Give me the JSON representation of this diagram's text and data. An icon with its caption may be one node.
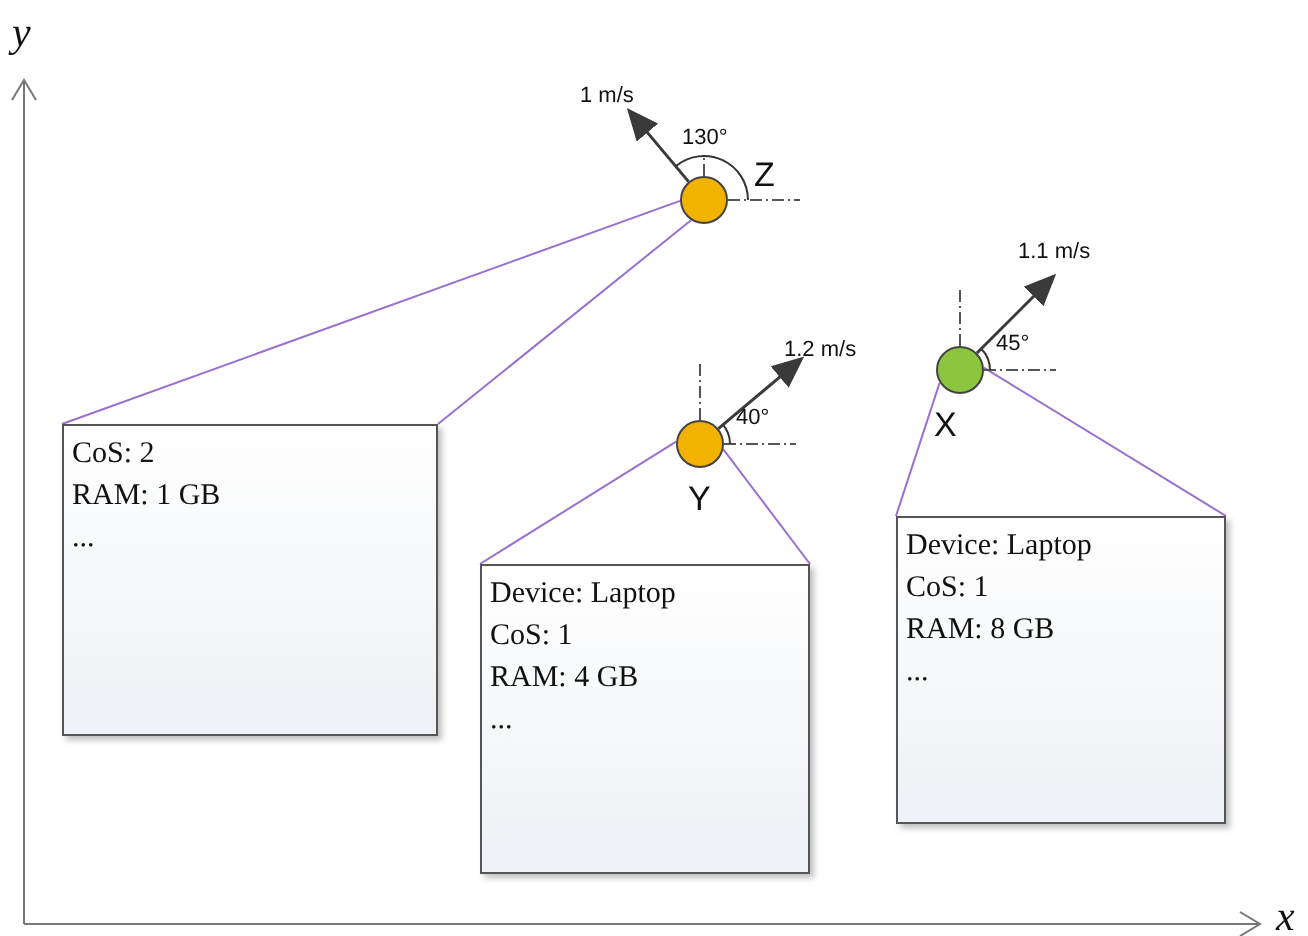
{
  "diagram": {
    "nodes": [
      {
        "text": [],
        "shape": "circle",
        "beside": [
          "Z"
        ]
      },
      {
        "text": [
          "CoS: 2",
          "RAM: 1 GB",
          "..."
        ]
      },
      {
        "text": [],
        "shape": "circle",
        "beside": [
          "Y"
        ]
      },
      {
        "text": [
          "Device:  Laptop",
          "CoS: 1",
          "RAM: 4 GB",
          "..."
        ]
      },
      {
        "text": [],
        "shape": "circle",
        "beside": [
          "X"
        ]
      },
      {
        "text": [
          "Device:  Laptop",
          "CoS: 1",
          "RAM: 8 GB",
          "..."
        ]
      }
    ],
    "edges": [
      {
        "from": 0,
        "to": 1,
        "arrow": "none"
      },
      {
        "from": 0,
        "to": 1,
        "arrow": "none"
      },
      {
        "from": 2,
        "to": 3,
        "arrow": "none"
      },
      {
        "from": 2,
        "to": 3,
        "arrow": "none"
      },
      {
        "from": 4,
        "to": 5,
        "arrow": "none"
      },
      {
        "from": 4,
        "to": 5,
        "arrow": "none"
      }
    ],
    "labels": [
      "y",
      "1 m/s",
      "130°",
      "1.1 m/s",
      "45°",
      "1.2 m/s",
      "40°",
      "x"
    ]
  }
}
